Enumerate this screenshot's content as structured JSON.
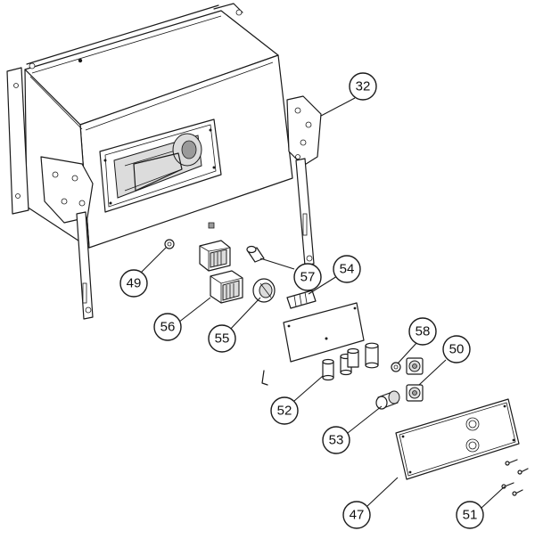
{
  "diagram": {
    "callouts": [
      {
        "label": "32"
      },
      {
        "label": "49"
      },
      {
        "label": "57"
      },
      {
        "label": "54"
      },
      {
        "label": "56"
      },
      {
        "label": "55"
      },
      {
        "label": "58"
      },
      {
        "label": "50"
      },
      {
        "label": "52"
      },
      {
        "label": "53"
      },
      {
        "label": "47"
      },
      {
        "label": "51"
      }
    ]
  }
}
